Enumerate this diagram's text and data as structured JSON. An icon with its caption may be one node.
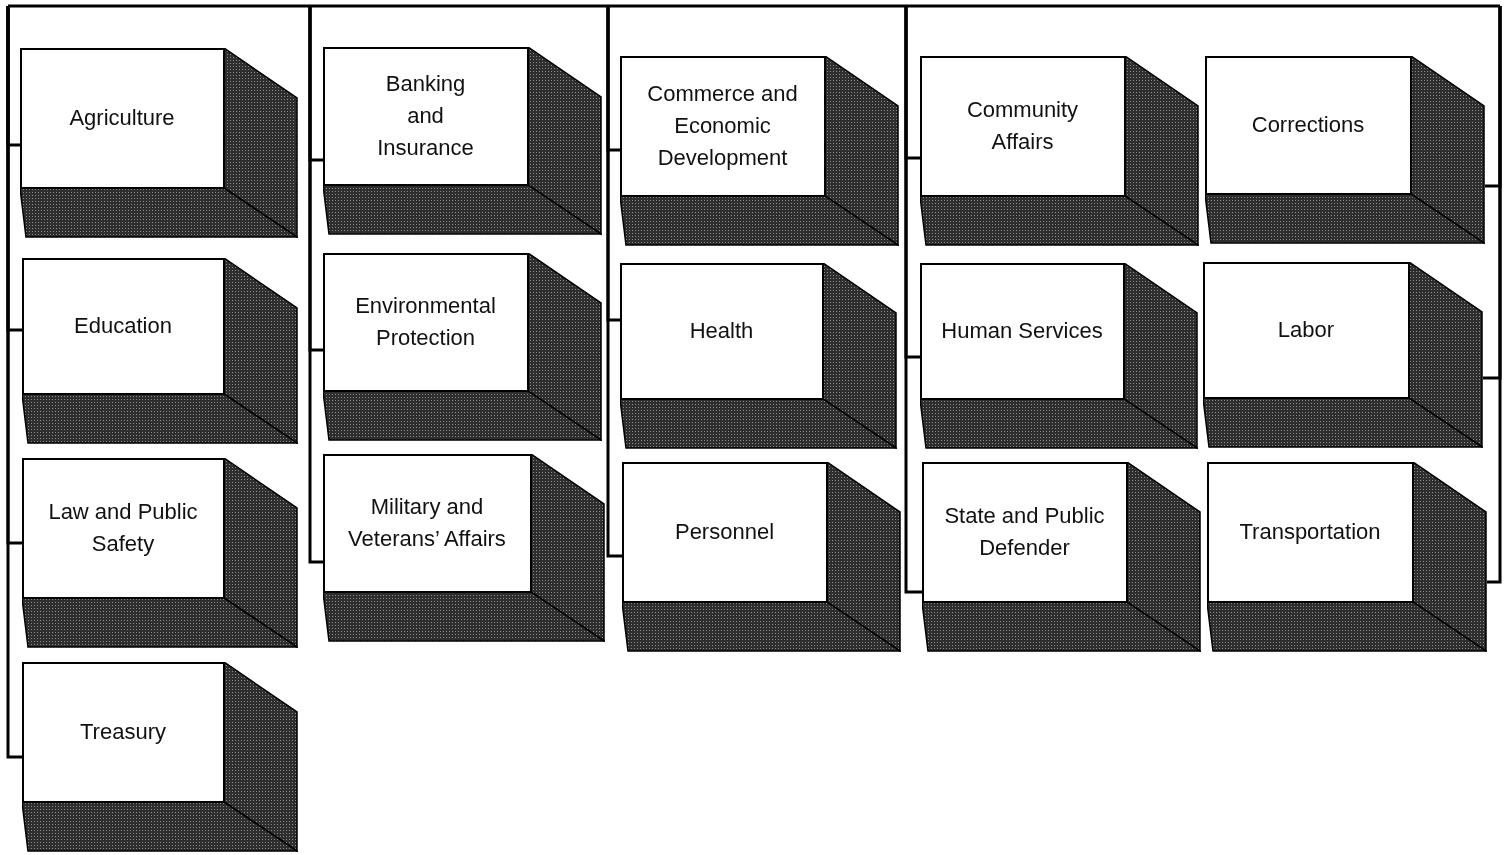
{
  "diagram": {
    "nodes": [
      {
        "text": [
          "Agriculture"
        ]
      },
      {
        "text": [
          "Education"
        ]
      },
      {
        "text": [
          "Law and Public Safety"
        ]
      },
      {
        "text": [
          "Treasury"
        ]
      },
      {
        "text": [
          "Banking and Insurance"
        ]
      },
      {
        "text": [
          "Environmental Protection"
        ]
      },
      {
        "text": [
          "Military and Veterans’ Affairs"
        ]
      },
      {
        "text": [
          "Commerce and Economic Development"
        ]
      },
      {
        "text": [
          "Health"
        ]
      },
      {
        "text": [
          "Personnel"
        ]
      },
      {
        "text": [
          "Community Affairs"
        ]
      },
      {
        "text": [
          "Human Services"
        ]
      },
      {
        "text": [
          "State and Public Defender"
        ]
      },
      {
        "text": [
          "Corrections"
        ]
      },
      {
        "text": [
          "Labor"
        ]
      },
      {
        "text": [
          "Transportation"
        ]
      }
    ],
    "edges": [
      {
        "from": null,
        "to": 0,
        "arrow": "none"
      },
      {
        "from": null,
        "to": 1,
        "arrow": "none"
      },
      {
        "from": null,
        "to": 2,
        "arrow": "none"
      },
      {
        "from": null,
        "to": 3,
        "arrow": "none"
      },
      {
        "from": null,
        "to": 4,
        "arrow": "none"
      },
      {
        "from": null,
        "to": 5,
        "arrow": "none"
      },
      {
        "from": null,
        "to": 6,
        "arrow": "none"
      },
      {
        "from": null,
        "to": 7,
        "arrow": "none"
      },
      {
        "from": null,
        "to": 8,
        "arrow": "none"
      },
      {
        "from": null,
        "to": 9,
        "arrow": "none"
      },
      {
        "from": null,
        "to": 10,
        "arrow": "none"
      },
      {
        "from": null,
        "to": 11,
        "arrow": "none"
      },
      {
        "from": null,
        "to": 12,
        "arrow": "none"
      },
      {
        "from": null,
        "to": 13,
        "arrow": "none"
      },
      {
        "from": null,
        "to": 14,
        "arrow": "none"
      },
      {
        "from": null,
        "to": 15,
        "arrow": "none"
      }
    ]
  }
}
